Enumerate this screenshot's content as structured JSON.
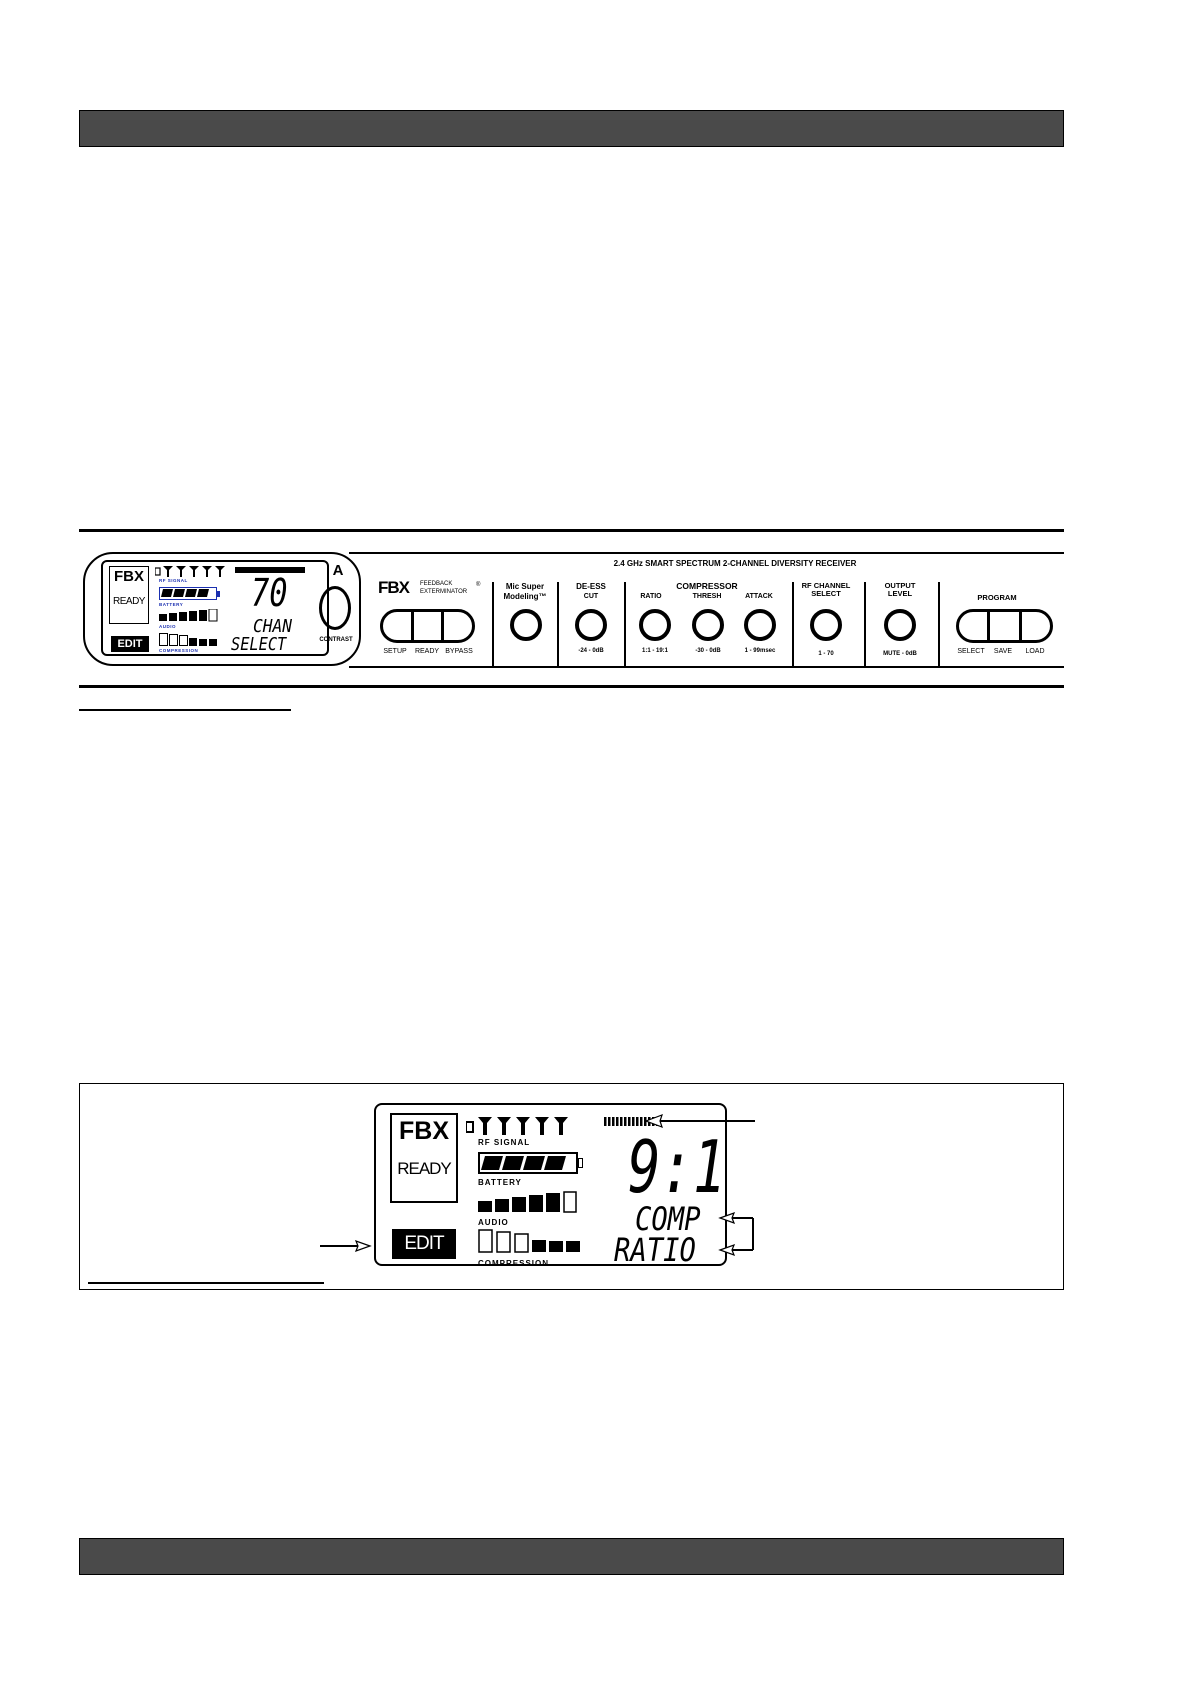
{
  "panel": {
    "header": "2.4 GHz  SMART  SPECTRUM 2-CHANNEL DIVERSITY RECEIVER",
    "lcd": {
      "fbx": "FBX",
      "ready": "READY",
      "edit": "EDIT",
      "rf_signal": "RF SIGNAL",
      "battery": "BATTERY",
      "audio": "AUDIO",
      "compression": "COMPRESSION",
      "value": "70",
      "line1": "CHAN",
      "line2": "SELECT"
    },
    "contrast": {
      "letter": "A",
      "label": "CONTRAST"
    },
    "fbx_logo": "FBX",
    "fbx_sub1": "FEEDBACK",
    "fbx_sub2": "EXTERMINATOR",
    "reg": "®",
    "fbx_buttons": [
      "SETUP",
      "READY",
      "BYPASS"
    ],
    "mic": {
      "line1": "Mic Super",
      "line2": "Modeling™"
    },
    "deess": {
      "title": "DE-ESS",
      "sub": "CUT",
      "range": "-24 - 0dB"
    },
    "compressor": {
      "title": "COMPRESSOR",
      "knobs": [
        {
          "label": "RATIO",
          "range": "1:1 - 19:1"
        },
        {
          "label": "THRESH",
          "range": "-30 - 0dB"
        },
        {
          "label": "ATTACK",
          "range": "1 - 99msec"
        }
      ]
    },
    "rf_channel": {
      "line1": "RF CHANNEL",
      "line2": "SELECT",
      "range": "1 - 70"
    },
    "output": {
      "line1": "OUTPUT",
      "line2": "LEVEL",
      "range": "MUTE - 0dB"
    },
    "program": {
      "title": "PROGRAM",
      "buttons": [
        "SELECT",
        "SAVE",
        "LOAD"
      ]
    }
  },
  "display": {
    "fbx": "FBX",
    "ready": "READY",
    "edit": "EDIT",
    "rf_signal": "RF SIGNAL",
    "battery": "BATTERY",
    "audio": "AUDIO",
    "compression": "COMPRESSION",
    "value": "9:1",
    "line1": "COMP",
    "line2": "RATIO"
  }
}
